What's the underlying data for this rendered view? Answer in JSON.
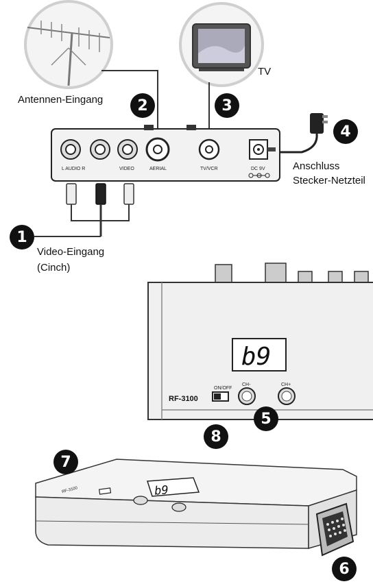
{
  "labels": {
    "antenna_input": "Antennen-Eingang",
    "tv": "TV",
    "power_connection_line1": "Anschluss",
    "power_connection_line2": "Stecker-Netzteil",
    "video_input_line1": "Video-Eingang",
    "video_input_line2": "(Cinch)"
  },
  "back_panel": {
    "audio": "L  AUDIO  R",
    "video": "VIDEO",
    "aerial": "AERIAL",
    "tvvcr": "TV/VCR",
    "dc": "DC 9V"
  },
  "front_panel": {
    "model": "RF-3100",
    "switch": "ON/OFF",
    "ch_minus": "CH-",
    "ch_plus": "CH+",
    "display": "b9"
  },
  "bottom_device": {
    "display": "b9",
    "model": "RF-3100"
  },
  "markers": [
    "1",
    "2",
    "3",
    "4",
    "5",
    "6",
    "7",
    "8"
  ]
}
